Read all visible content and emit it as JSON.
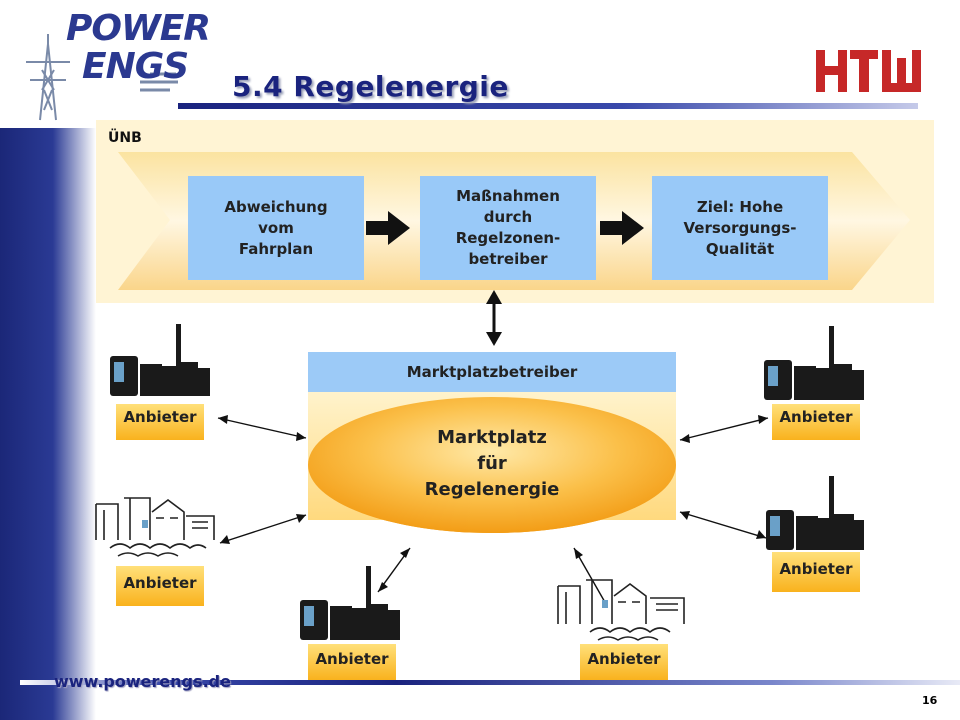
{
  "header": {
    "logo_line1": "POWER",
    "logo_line2": "ENGS",
    "title": "5.4 Regelenergie",
    "htw_logo": "HTW"
  },
  "uenb": {
    "label": "ÜNB",
    "boxes": [
      {
        "text": "Abweichung\nvom\nFahrplan"
      },
      {
        "text": "Maßnahmen\ndurch\nRegelzonen-\nbetreiber"
      },
      {
        "text": "Ziel: Hohe\nVersorgungs-\nQualität"
      }
    ]
  },
  "market": {
    "operator": "Marktplatzbetreiber",
    "line1": "Marktplatz",
    "line2": "für",
    "line3": "Regelenergie"
  },
  "providers": [
    {
      "label": "Anbieter",
      "icon": "power-plant-icon"
    },
    {
      "label": "Anbieter",
      "icon": "power-plant-icon"
    },
    {
      "label": "Anbieter",
      "icon": "factory-icon"
    },
    {
      "label": "Anbieter",
      "icon": "power-plant-icon"
    },
    {
      "label": "Anbieter",
      "icon": "power-plant-icon"
    },
    {
      "label": "Anbieter",
      "icon": "factory-icon"
    }
  ],
  "footer": {
    "website": "www.powerengs.de",
    "page": "16"
  },
  "colors": {
    "navy": "#1a237e",
    "box_blue": "#99c9f8",
    "provider_orange": "#f9b21d",
    "htw_red": "#c62828"
  }
}
